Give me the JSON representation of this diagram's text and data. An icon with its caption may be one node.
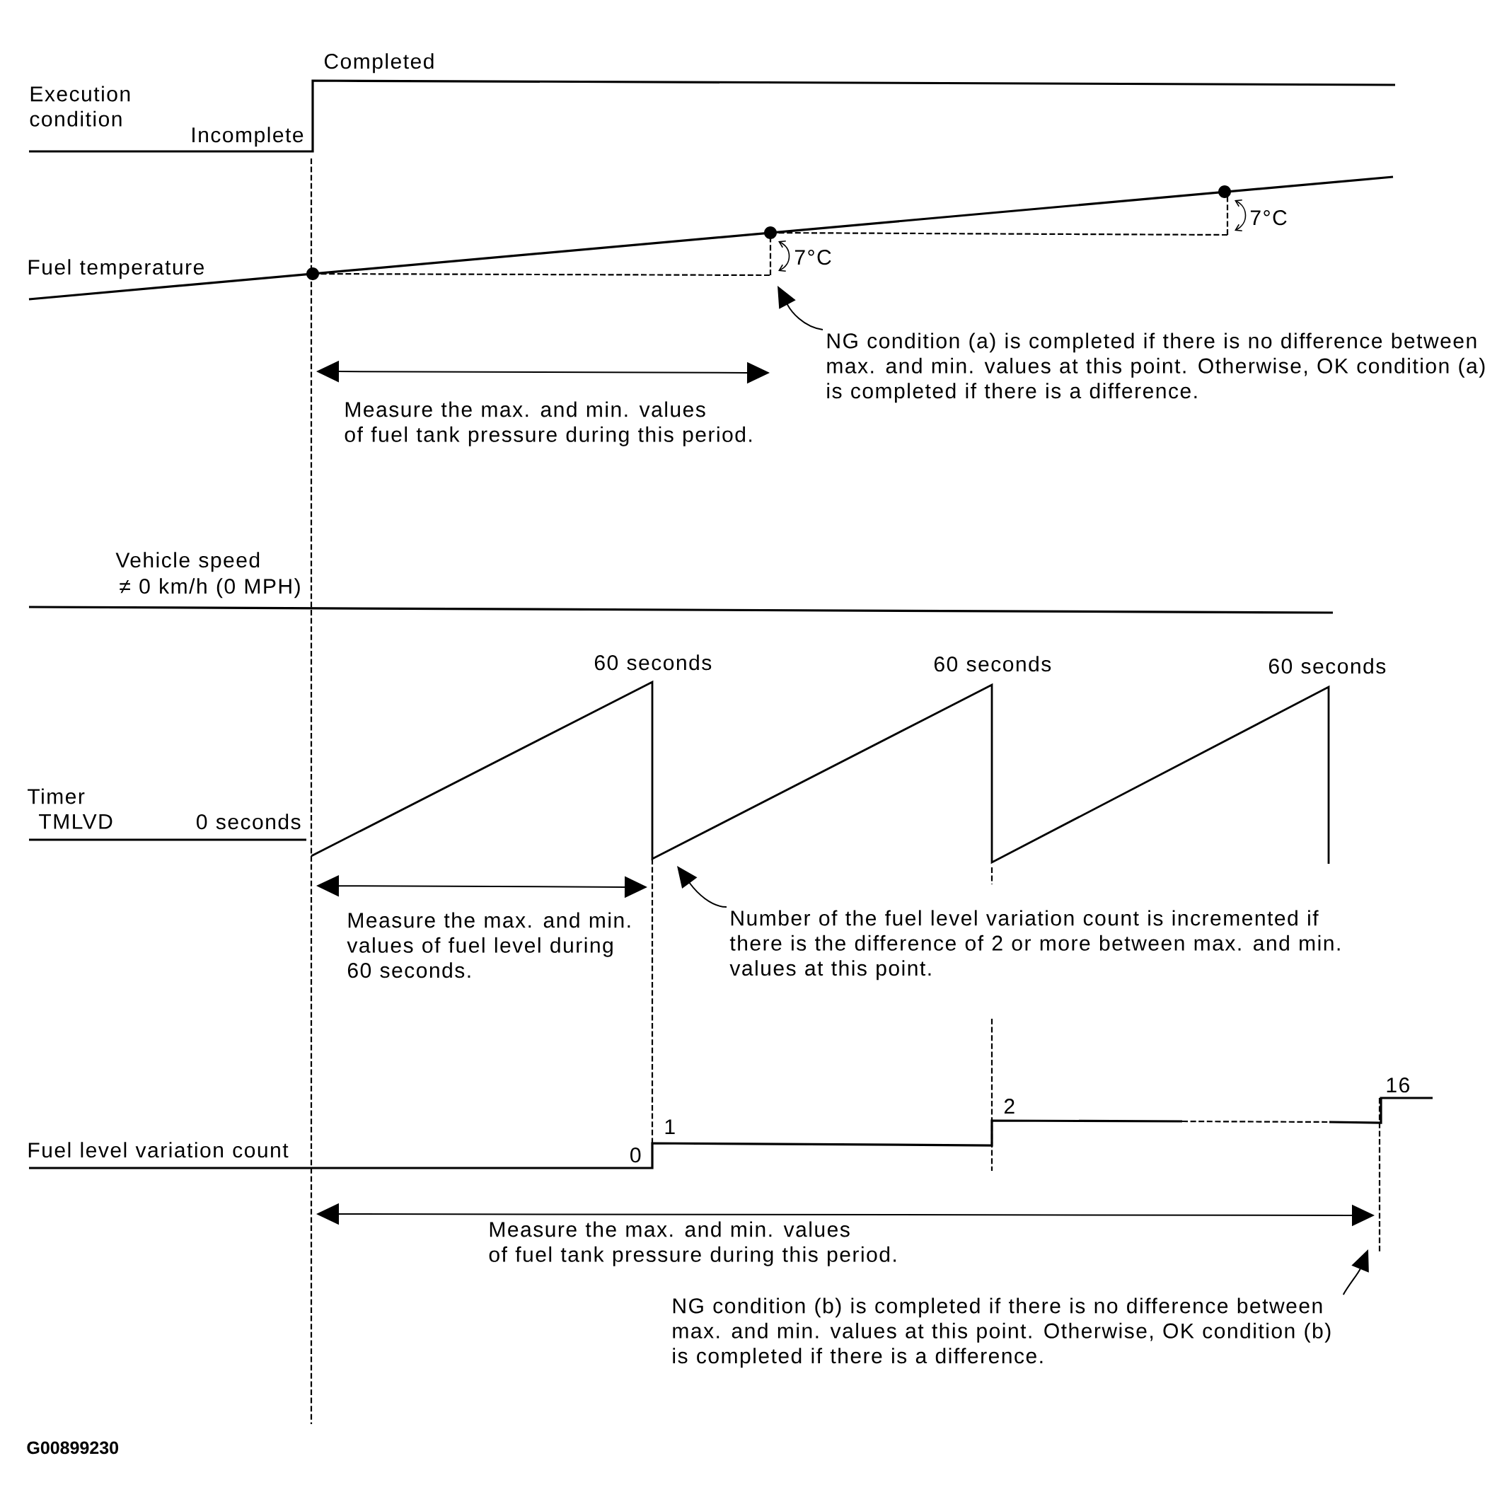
{
  "diagram": {
    "nodes": [
      {
        "text": [
          "NG condition (a) is completed if there is no difference between max. and min. values at this point. Otherwise, OK condition (a) is completed if there is a difference."
        ]
      },
      {
        "text": [],
        "shape": "waveform",
        "beside": [
          "60 seconds",
          "60 seconds",
          "60 seconds",
          "0 seconds"
        ]
      },
      {
        "text": [
          "Number of the fuel level variation count is incremented if there is the difference of 2 or more between max. and min. values at this point."
        ]
      },
      {
        "text": [
          "NG condition (b) is completed if there is no difference between max. and min. values at this point. Otherwise, OK condition (b) is completed if there is a difference."
        ]
      }
    ],
    "edges": [
      {
        "from": 0,
        "to": null,
        "arrow": "to"
      },
      {
        "from": 2,
        "to": 1,
        "arrow": "to"
      },
      {
        "from": 3,
        "to": null,
        "arrow": "to"
      }
    ],
    "labels": [
      "Completed",
      "Execution condition",
      "Incomplete",
      "Fuel temperature",
      "7°C",
      "7°C",
      "Measure the max. and min. values of fuel tank pressure during this period.",
      "Vehicle speed",
      "≠ 0 km/h (0 MPH)",
      "Timer TMLVD",
      "Measure the max. and min. values of fuel level during 60 seconds.",
      "16",
      "2",
      "1",
      "Fuel level variation count",
      "0",
      "Measure the max. and min. values of fuel tank pressure during this period.",
      "G00899230"
    ]
  }
}
